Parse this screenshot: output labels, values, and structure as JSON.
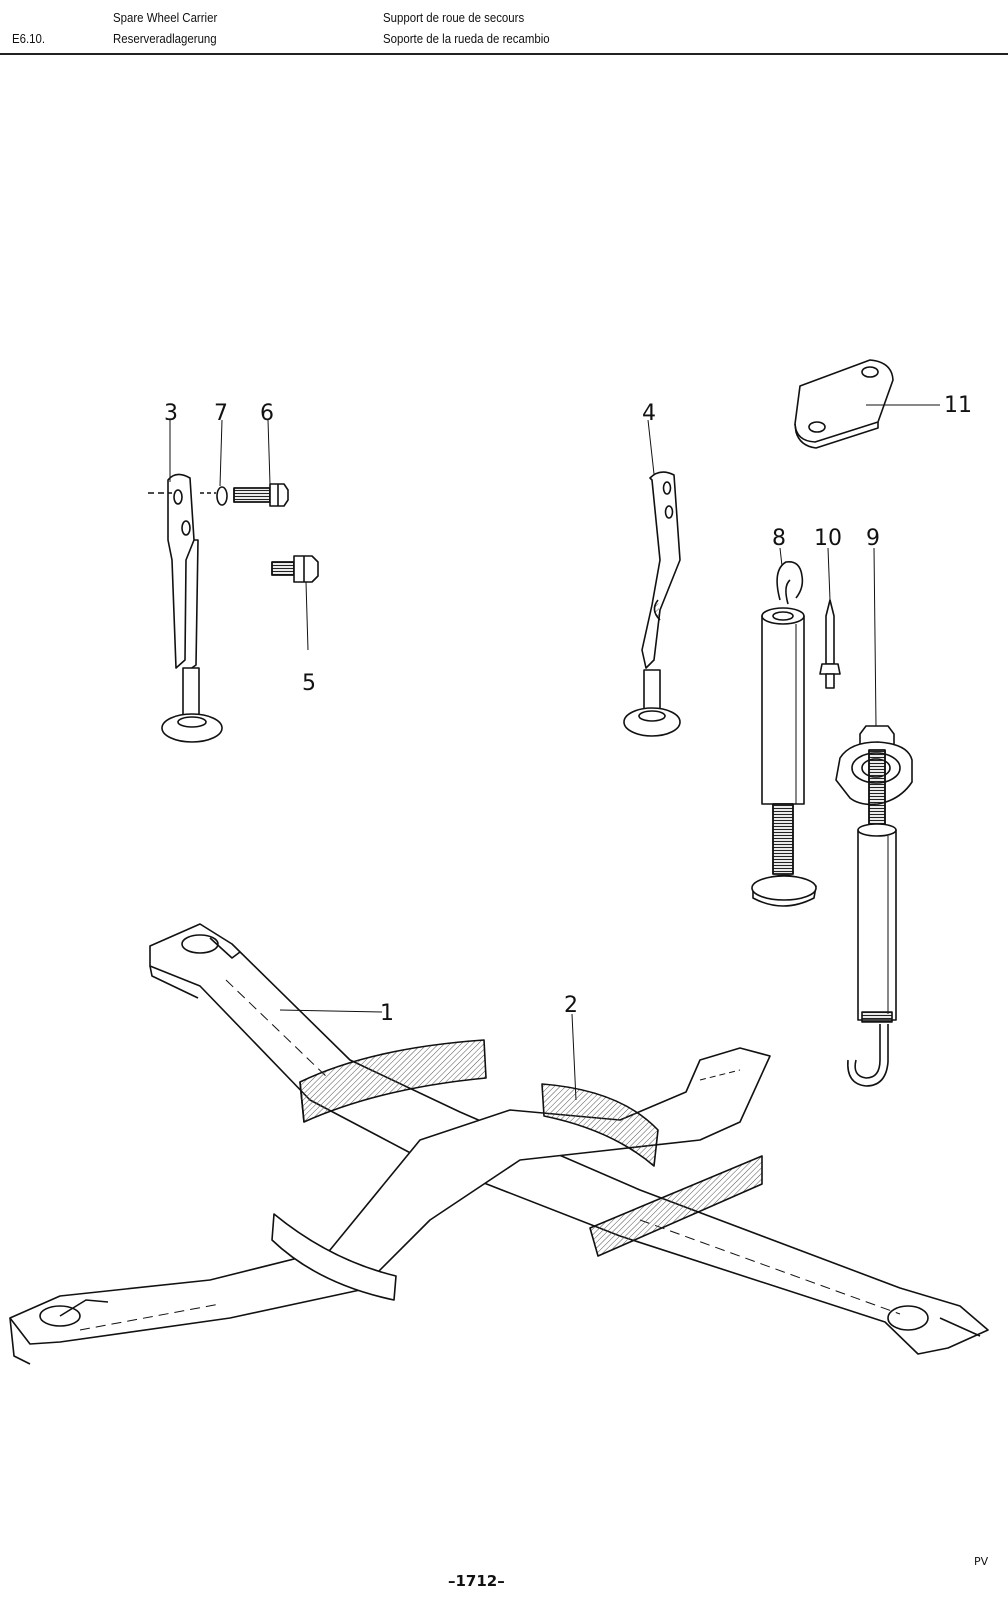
{
  "header": {
    "code": "E6.10.",
    "title_en": "Spare Wheel Carrier",
    "title_de": "Reserveradlagerung",
    "title_fr": "Support de roue de secours",
    "title_es": "Soporte de la rueda de recambio"
  },
  "callouts": [
    "1",
    "2",
    "3",
    "4",
    "5",
    "6",
    "7",
    "8",
    "9",
    "10",
    "11"
  ],
  "footer": {
    "page": "–1712–",
    "initials": "PV"
  }
}
